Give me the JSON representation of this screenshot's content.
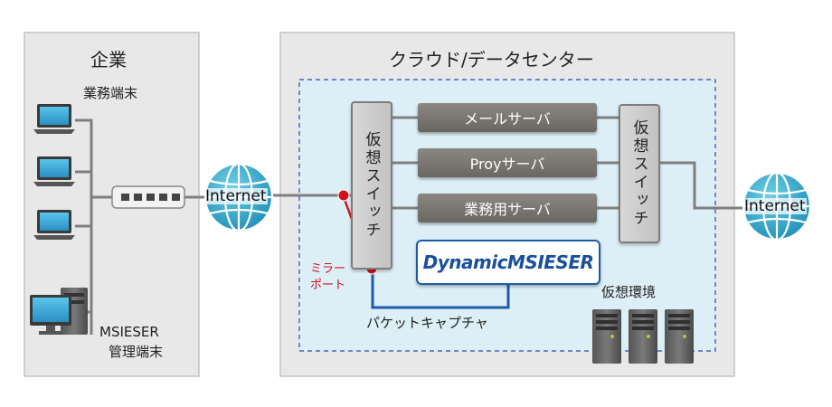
{
  "enterprise": {
    "title": "企業",
    "terminals_label": "業務端末",
    "admin_label_line1": "MSIESER",
    "admin_label_line2": "管理端末"
  },
  "datacenter": {
    "title": "クラウド/データセンター",
    "virtual_switch_left": "仮想スイッチ",
    "virtual_switch_right": "仮想スイッチ",
    "servers": [
      {
        "label": "メールサーバ"
      },
      {
        "label": "Proyサーバ"
      },
      {
        "label": "業務用サーバ"
      }
    ],
    "mirror_port_line1": "ミラー",
    "mirror_port_line2": "ポート",
    "product_logo": "DynamicMSIESER",
    "packet_capture": "パケットキャプチャ",
    "virtual_env": "仮想環境"
  },
  "internet_left": "Internet",
  "internet_right": "Internet",
  "colors": {
    "panel_bg": "#e8e8e8",
    "inner_bg": "#dceef6",
    "dashed_border": "#2a4bb0",
    "link_gray": "#7f7f7f",
    "capture_blue": "#1e5aa8",
    "mirror_red": "#d0121b"
  }
}
